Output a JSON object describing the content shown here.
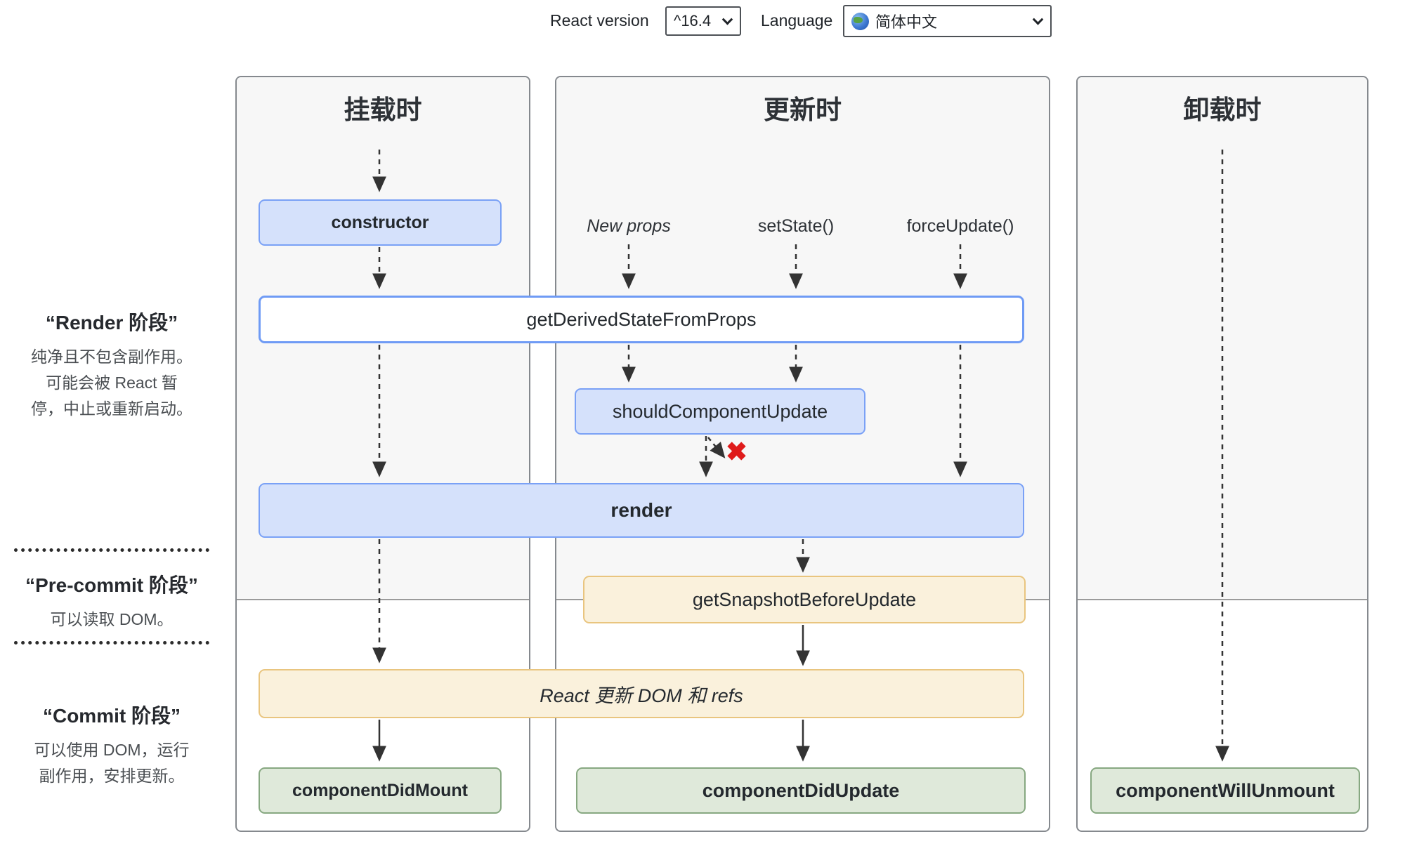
{
  "controls": {
    "react_version_label": "React version",
    "react_version_value": "^16.4",
    "language_label": "Language",
    "language_value": "简体中文"
  },
  "columns": {
    "mounting": {
      "title": "挂载时"
    },
    "updating": {
      "title": "更新时"
    },
    "unmounting": {
      "title": "卸载时"
    }
  },
  "phases": {
    "render": {
      "title": "“Render 阶段”",
      "lines": [
        "纯净且不包含副作用。",
        "可能会被 React 暂",
        "停，中止或重新启动。"
      ]
    },
    "pre_commit": {
      "title": "“Pre-commit 阶段”",
      "lines": [
        "可以读取 DOM。"
      ]
    },
    "commit": {
      "title": "“Commit 阶段”",
      "lines": [
        "可以使用 DOM，运行",
        "副作用，安排更新。"
      ]
    }
  },
  "nodes": {
    "constructor": "constructor",
    "get_derived_state_from_props": "getDerivedStateFromProps",
    "should_component_update": "shouldComponentUpdate",
    "render": "render",
    "get_snapshot_before_update": "getSnapshotBeforeUpdate",
    "react_updates_dom": "React 更新 DOM 和 refs",
    "component_did_mount": "componentDidMount",
    "component_did_update": "componentDidUpdate",
    "component_will_unmount": "componentWillUnmount"
  },
  "triggers": {
    "new_props": "New props",
    "set_state": "setState()",
    "force_update": "forceUpdate()"
  },
  "icons": {
    "skip_cross": "✖",
    "globe": "globe-icon"
  },
  "colors": {
    "blue_fill": "#d5e1fb",
    "blue_border": "#7aa1f6",
    "orange_fill": "#faf1dc",
    "orange_border": "#e9c57f",
    "green_fill": "#dfe9da",
    "green_border": "#87a881",
    "column_shade": "#f7f7f7",
    "arrow": "#333333",
    "skip_cross_red": "#df1b1b"
  }
}
